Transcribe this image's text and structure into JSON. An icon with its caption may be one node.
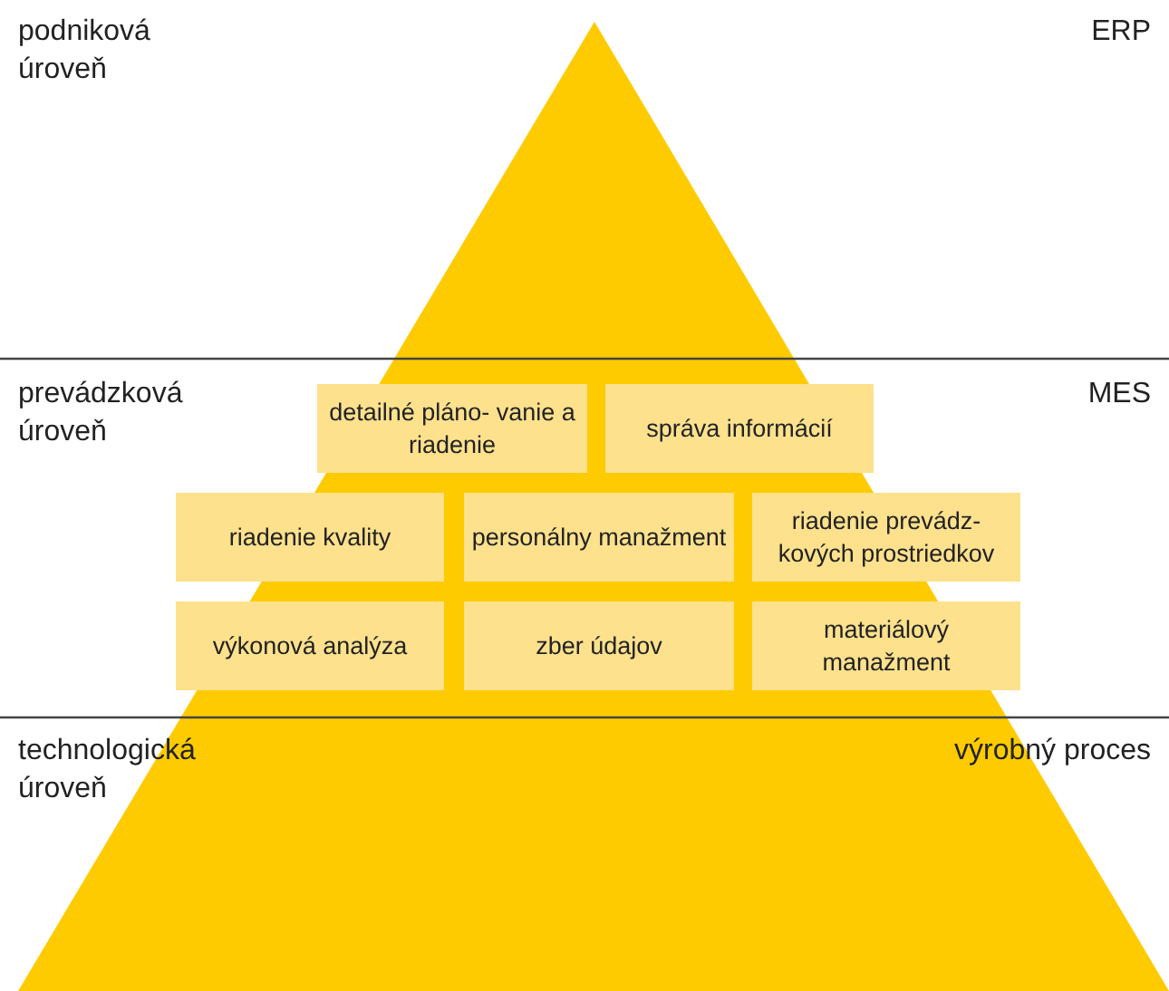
{
  "diagram": {
    "nodes": [
      {
        "text": [
          "detailné pláno- vanie a riadenie"
        ]
      },
      {
        "text": [
          "správa informácií"
        ]
      },
      {
        "text": [
          "riadenie kvality"
        ]
      },
      {
        "text": [
          "personálny manažment"
        ]
      },
      {
        "text": [
          "riadenie prevádz- kových prostriedkov"
        ]
      },
      {
        "text": [
          "výkonová analýza"
        ]
      },
      {
        "text": [
          "zber údajov"
        ]
      },
      {
        "text": [
          "materiálový manažment"
        ]
      }
    ],
    "labels": [
      "podniková úroveň",
      "ERP",
      "prevádzková úroveň",
      "MES",
      "technologická úroveň",
      "výrobný proces"
    ]
  }
}
